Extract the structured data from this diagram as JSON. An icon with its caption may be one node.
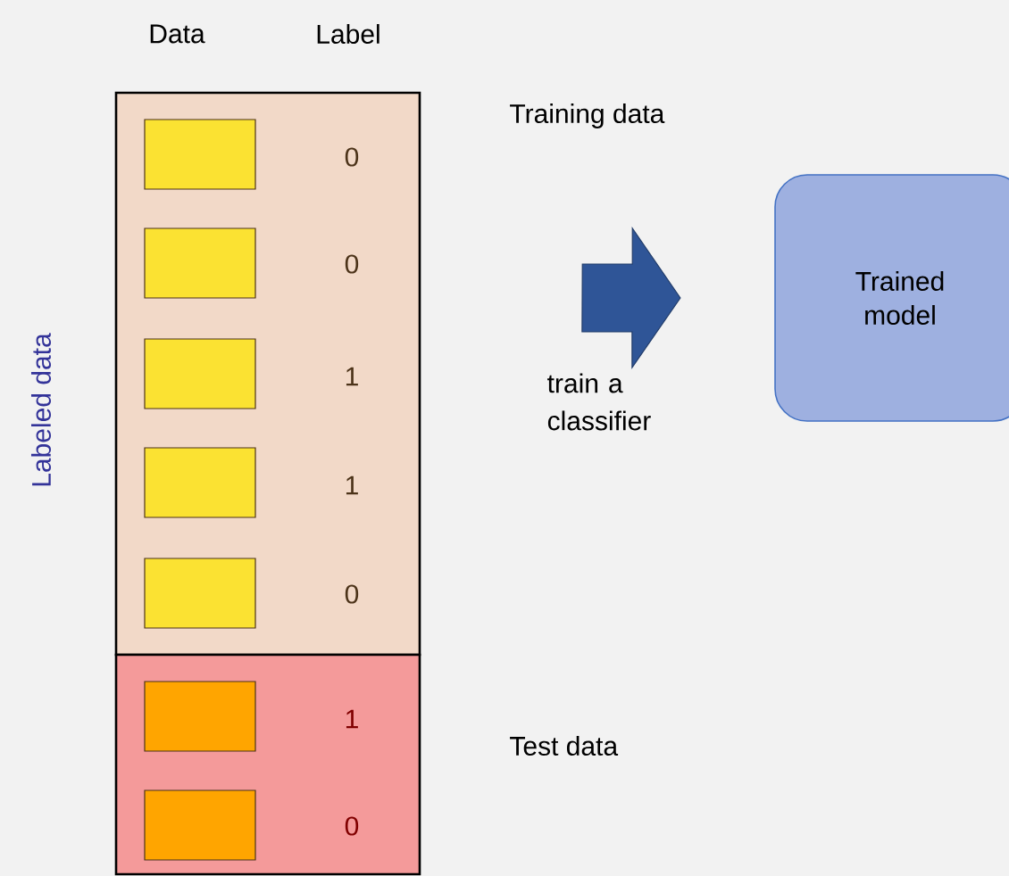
{
  "diagram": {
    "nodes": [
      {
        "text": [
          "Training data"
        ]
      },
      {
        "text": [],
        "shape": "box",
        "in": 0
      },
      {
        "text": [],
        "shape": "box",
        "in": 0
      },
      {
        "text": [],
        "shape": "box",
        "in": 0
      },
      {
        "text": [],
        "shape": "box",
        "in": 0
      },
      {
        "text": [],
        "shape": "box",
        "in": 0
      },
      {
        "text": [
          "Test data"
        ]
      },
      {
        "text": [],
        "shape": "box",
        "in": 6
      },
      {
        "text": [],
        "shape": "box",
        "in": 6
      },
      {
        "text": [
          "Trained model"
        ]
      }
    ],
    "edges": [
      {
        "from": 0,
        "to": 9,
        "arrow": "to",
        "label": "train a classifier",
        "style": "thick"
      }
    ],
    "labels": [
      "Data",
      "Label",
      "Labeled data",
      "0",
      "0",
      "1",
      "1",
      "0",
      "1",
      "0"
    ]
  }
}
